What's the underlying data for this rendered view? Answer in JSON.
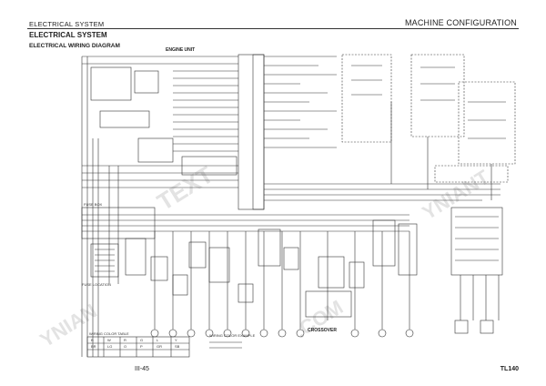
{
  "header": {
    "left": "ELECTRICAL SYSTEM",
    "right": "MACHINE CONFIGURATION"
  },
  "section_title": "ELECTRICAL SYSTEM",
  "subtitle": "ELECTRICAL WIRING DIAGRAM",
  "diagram": {
    "labels": {
      "engine_unit": "ENGINE UNIT",
      "fuse_box": "FUSE BOX",
      "fuse_location": "FUSE LOCATION",
      "crossover": "CROSSOVER",
      "wiring_color_example": "WIRING COLOR EXAMPLE",
      "wire_color_table": "WIRING COLOR TABLE"
    },
    "wire_colors": [
      "B",
      "W",
      "R",
      "G",
      "L",
      "Y",
      "BR",
      "LG",
      "O",
      "P",
      "GR",
      "SB"
    ]
  },
  "footer": {
    "page": "III-45",
    "model": "TL140"
  }
}
